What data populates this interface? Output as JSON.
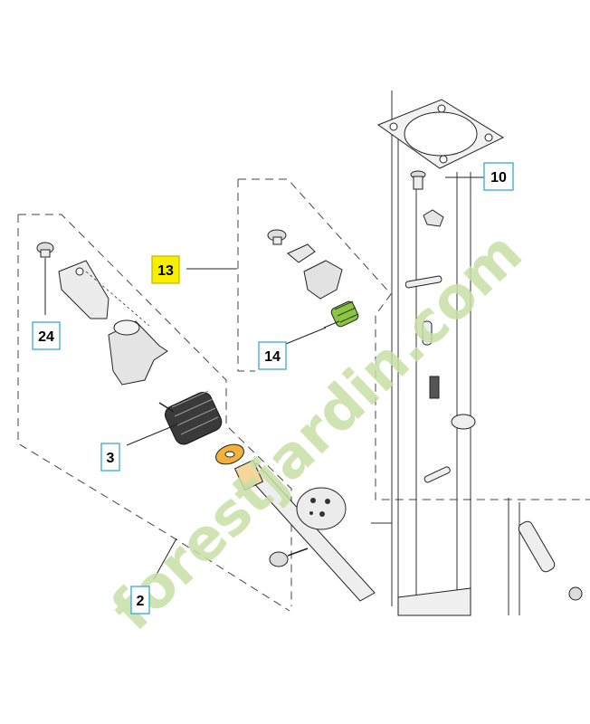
{
  "callouts": [
    {
      "id": "10",
      "highlighted": false
    },
    {
      "id": "13",
      "highlighted": true
    },
    {
      "id": "24",
      "highlighted": false
    },
    {
      "id": "14",
      "highlighted": false
    },
    {
      "id": "3",
      "highlighted": false
    },
    {
      "id": "2",
      "highlighted": false
    }
  ],
  "watermark": {
    "text": "forestjardin.com",
    "color": "#c8e0a6",
    "accent_color": "#f0c37a"
  },
  "colors": {
    "callout_border": "#35a8d8",
    "highlight_fill": "#f6f000",
    "part_fill": "#e8e8e8",
    "accent_part": "#f0b23a"
  }
}
